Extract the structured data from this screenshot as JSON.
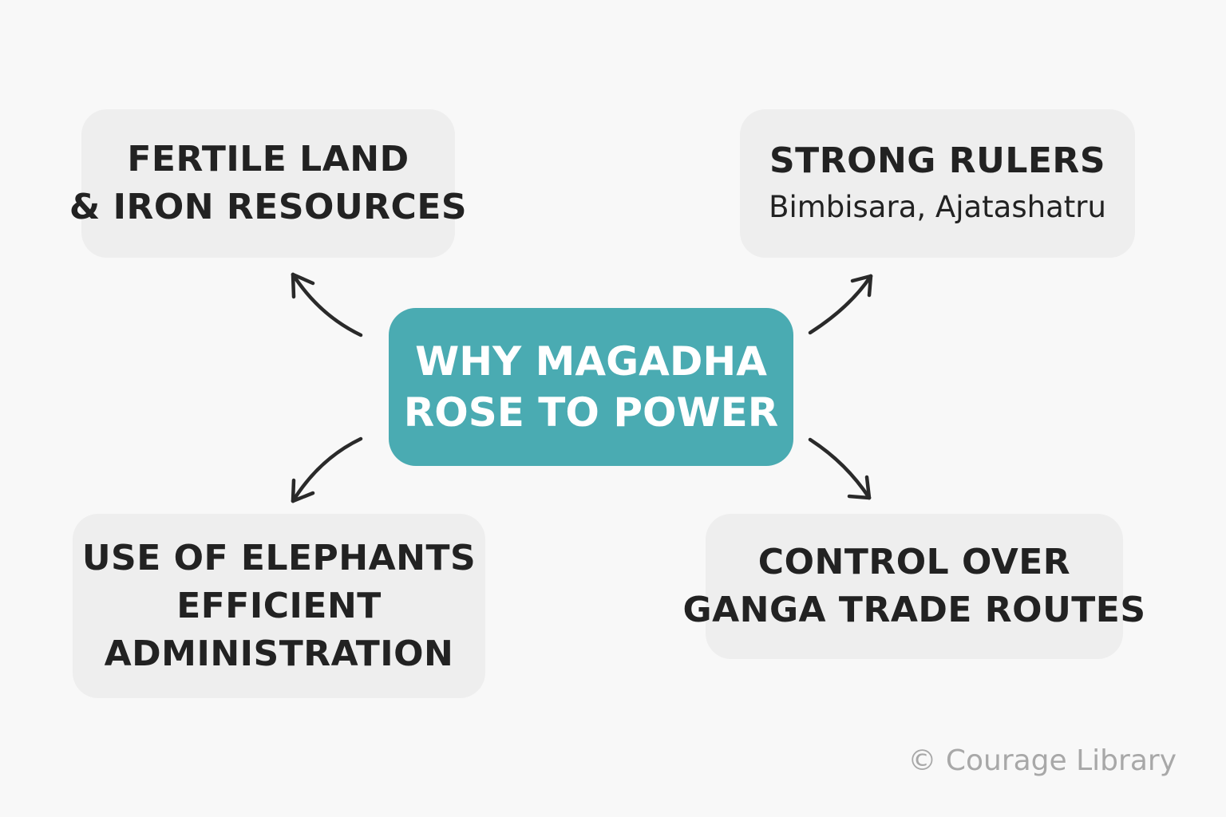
{
  "center": {
    "lines": [
      "WHY MAGADHA",
      "ROSE TO POWER"
    ]
  },
  "nodes": {
    "fertile": {
      "lines": [
        "FERTILE LAND",
        "& IRON RESOURCES"
      ]
    },
    "rulers": {
      "title": "STRONG RULERS",
      "subtitle": "Bimbisara, Ajatashatru"
    },
    "elephants": {
      "lines": [
        "USE OF ELEPHANTS",
        "EFFICIENT",
        "ADMINISTRATION"
      ]
    },
    "ganga": {
      "lines": [
        "CONTROL OVER",
        "GANGA TRADE ROUTES"
      ]
    }
  },
  "watermark": "© Courage Library",
  "colors": {
    "center_fill": "#4aabb2",
    "card_fill": "#eeeeee",
    "text_dark": "#222222",
    "arrow": "#2a2a2a",
    "background": "#f8f8f8"
  }
}
